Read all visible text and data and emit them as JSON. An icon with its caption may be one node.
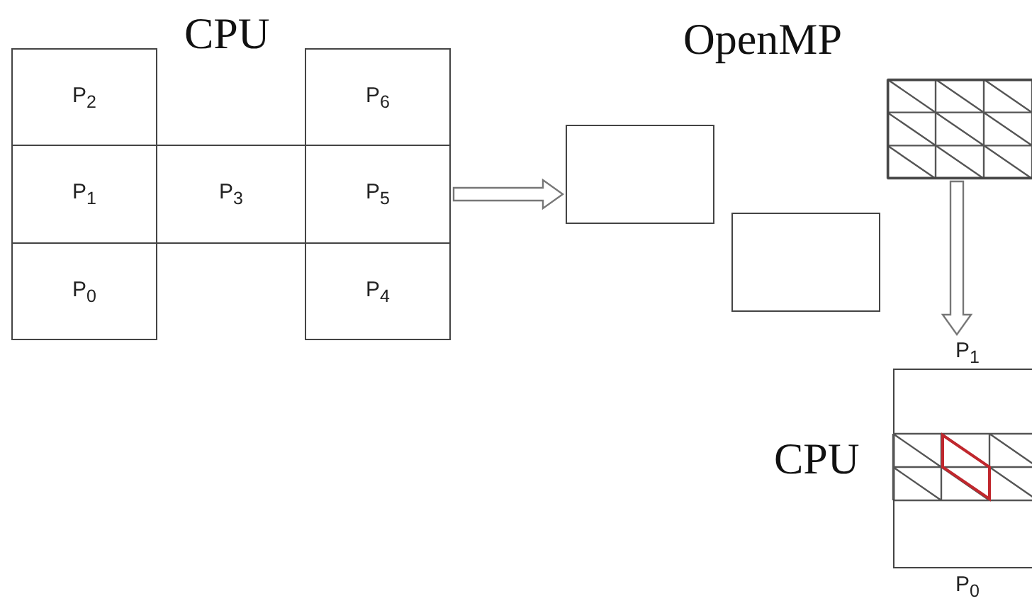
{
  "diagram": {
    "nodes": [
      {
        "text": [
          "P$_{2}$"
        ]
      },
      {
        "text": [
          "P$_{6}$"
        ]
      },
      {
        "text": [
          "P$_{1}$"
        ]
      },
      {
        "text": [
          "P$_{3}$"
        ]
      },
      {
        "text": [
          "P$_{5}$"
        ]
      },
      {
        "text": [
          "P$_{0}$"
        ]
      },
      {
        "text": [
          "P$_{4}$"
        ]
      },
      {
        "text": [],
        "shape": "box"
      },
      {
        "text": [],
        "shape": "box"
      },
      {
        "text": [],
        "shape": "grid"
      },
      {
        "text": [
          "P$_{1}$"
        ]
      },
      {
        "text": [],
        "shape": "picture",
        "beside": [
          "CPU"
        ]
      },
      {
        "text": [
          "P$_{0}$"
        ]
      }
    ],
    "edges": [
      {
        "from": 4,
        "to": 7,
        "arrow": "to"
      },
      {
        "from": 9,
        "to": 10,
        "arrow": "to"
      }
    ],
    "labels": [
      "CPU",
      "OpenMP"
    ]
  }
}
